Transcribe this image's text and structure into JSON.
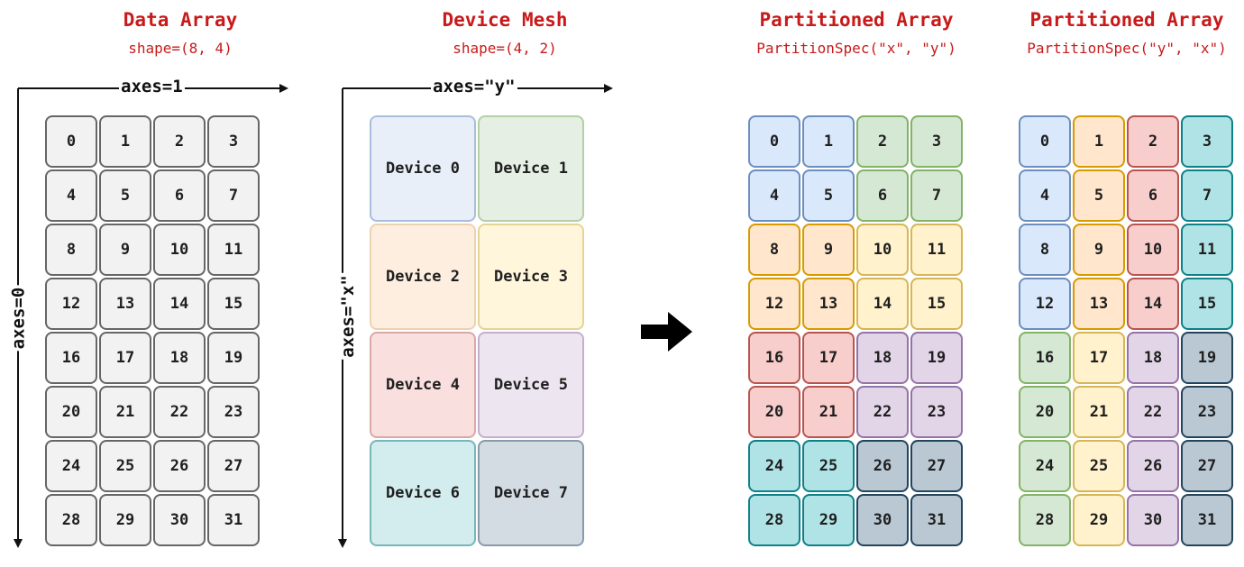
{
  "data_array": {
    "title": "Data Array",
    "subtitle": "shape=(8, 4)",
    "axis_horizontal": "axes=1",
    "axis_vertical": "axes=0",
    "values": [
      "0",
      "1",
      "2",
      "3",
      "4",
      "5",
      "6",
      "7",
      "8",
      "9",
      "10",
      "11",
      "12",
      "13",
      "14",
      "15",
      "16",
      "17",
      "18",
      "19",
      "20",
      "21",
      "22",
      "23",
      "24",
      "25",
      "26",
      "27",
      "28",
      "29",
      "30",
      "31"
    ]
  },
  "device_mesh": {
    "title": "Device Mesh",
    "subtitle": "shape=(4, 2)",
    "axis_horizontal": "axes=\"y\"",
    "axis_vertical": "axes=\"x\"",
    "devices": [
      "Device 0",
      "Device 1",
      "Device 2",
      "Device 3",
      "Device 4",
      "Device 5",
      "Device 6",
      "Device 7"
    ]
  },
  "partitioned_xy": {
    "title": "Partitioned Array",
    "subtitle": "PartitionSpec(\"x\", \"y\")"
  },
  "partitioned_yx": {
    "title": "Partitioned Array",
    "subtitle": "PartitionSpec(\"y\", \"x\")"
  },
  "device_colors": [
    {
      "fill": "#dae8fc",
      "stroke": "#6c8ebf"
    },
    {
      "fill": "#d5e8d4",
      "stroke": "#82b366"
    },
    {
      "fill": "#ffe6cc",
      "stroke": "#d79b00"
    },
    {
      "fill": "#fff2cc",
      "stroke": "#d6b656"
    },
    {
      "fill": "#f8cecc",
      "stroke": "#b85450"
    },
    {
      "fill": "#e1d5e7",
      "stroke": "#9673a6"
    },
    {
      "fill": "#b0e3e6",
      "stroke": "#0e8088"
    },
    {
      "fill": "#bac8d3",
      "stroke": "#23445d"
    }
  ],
  "mesh_colors": [
    {
      "fill": "#e8eff9",
      "stroke": "#a9bedc"
    },
    {
      "fill": "#e5efe4",
      "stroke": "#b3d1a4"
    },
    {
      "fill": "#fdeee0",
      "stroke": "#edd2b1"
    },
    {
      "fill": "#fff6dc",
      "stroke": "#e6d494"
    },
    {
      "fill": "#fadfdf",
      "stroke": "#d9a9a8"
    },
    {
      "fill": "#ede5f0",
      "stroke": "#c4afcd"
    },
    {
      "fill": "#d3ecee",
      "stroke": "#75b7bb"
    },
    {
      "fill": "#d3dbe3",
      "stroke": "#8a9aaa"
    }
  ],
  "assign_xy": [
    0,
    0,
    1,
    1,
    0,
    0,
    1,
    1,
    2,
    2,
    3,
    3,
    2,
    2,
    3,
    3,
    4,
    4,
    5,
    5,
    4,
    4,
    5,
    5,
    6,
    6,
    7,
    7,
    6,
    6,
    7,
    7
  ],
  "assign_yx": [
    0,
    2,
    4,
    6,
    0,
    2,
    4,
    6,
    0,
    2,
    4,
    6,
    0,
    2,
    4,
    6,
    1,
    3,
    5,
    7,
    1,
    3,
    5,
    7,
    1,
    3,
    5,
    7,
    1,
    3,
    5,
    7
  ]
}
